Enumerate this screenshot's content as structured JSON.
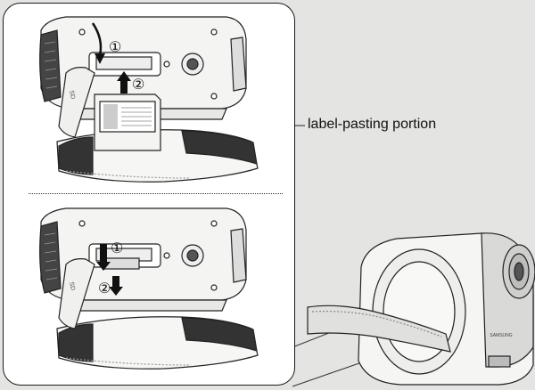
{
  "labels": {
    "callout": "label-pasting portion",
    "step_one": "①",
    "step_two": "②",
    "brand": "SAMSUNG",
    "sd_mark": "SD"
  }
}
